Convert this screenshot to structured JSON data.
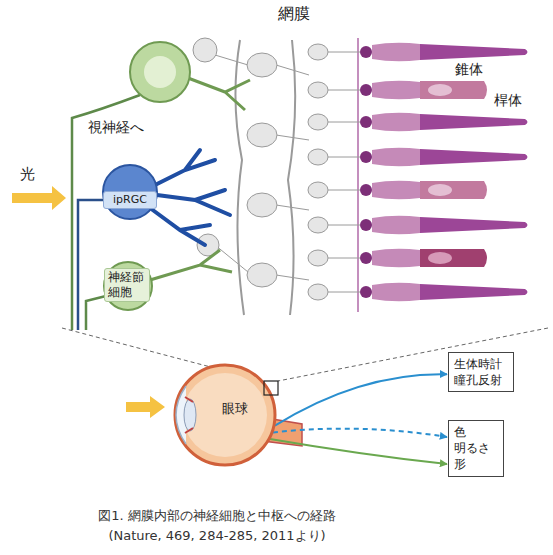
{
  "diagram": {
    "caption": "図1. 網膜内部の神経細胞と中枢への経路 (Nature, 469, 284-285, 2011より)",
    "nodes": [
      {
        "text": [
          "ipRGC"
        ]
      },
      {
        "text": [
          "神経節細胞"
        ]
      },
      {
        "text": [
          "眼球"
        ]
      },
      {
        "text": [
          "生体時計 瞳孔反射"
        ]
      },
      {
        "text": [
          "色 明るさ 形"
        ]
      }
    ],
    "edges": [
      {
        "from": 2,
        "to": 3,
        "arrow": "to"
      },
      {
        "from": 2,
        "to": 4,
        "arrow": "to"
      },
      {
        "from": 2,
        "to": 4,
        "arrow": "to"
      }
    ],
    "labels": [
      "網膜",
      "錐体",
      "桿体",
      "視神経へ",
      "光"
    ]
  }
}
